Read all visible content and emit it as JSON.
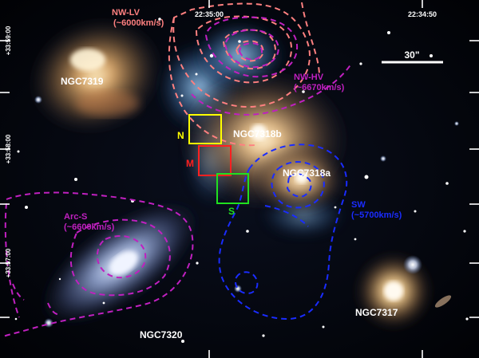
{
  "axes": {
    "top_ra_labels": [
      "22:35:00",
      "22:34:50"
    ],
    "left_dec_labels": [
      "+33:59:00",
      "+33:58:00",
      "+33:57:00"
    ]
  },
  "scale_bar": {
    "label": "30\""
  },
  "galaxies": {
    "ngc7319": "NGC7319",
    "ngc7318b": "NGC7318b",
    "ngc7318a": "NGC7318a",
    "ngc7320": "NGC7320",
    "ngc7317": "NGC7317"
  },
  "regions": {
    "nw_lv": {
      "name": "NW-LV",
      "velocity": "(~6000km/s)",
      "color": "#ff8080"
    },
    "nw_hv": {
      "name": "NW-HV",
      "velocity": "(~6670km/s)",
      "color": "#c020c0"
    },
    "arc_s": {
      "name": "Arc-S",
      "velocity": "(~6600km/s)",
      "color": "#c020c0"
    },
    "sw": {
      "name": "SW",
      "velocity": "(~5700km/s)",
      "color": "#1a2cff"
    }
  },
  "boxes": {
    "n": {
      "label": "N",
      "color": "#ffff00"
    },
    "m": {
      "label": "M",
      "color": "#ff2020"
    },
    "s": {
      "label": "S",
      "color": "#20e020"
    }
  }
}
